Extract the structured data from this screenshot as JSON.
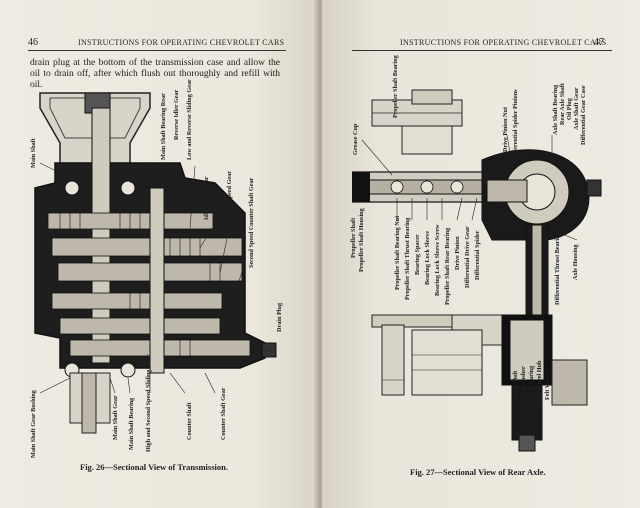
{
  "left_page": {
    "page_number": "46",
    "header": "INSTRUCTIONS FOR OPERATING CHEVROLET CARS",
    "paragraph": "drain plug at the bottom of the transmission case and allow the oil to drain off, after which flush out thoroughly and refill with oil.",
    "caption": "Fig. 26—Sectional View of Transmission.",
    "labels": {
      "main_shaft": "Main Shaft",
      "main_shaft_bearing_rear": "Main Shaft Bearing Rear",
      "reverse_idler_gear": "Reverse Idler Gear",
      "low_reverse_sliding_gear": "Low and Reverse Sliding Gear",
      "idler_shaft_gear": "Idler Shaft Gear",
      "low_speed_gear": "Low Speed Gear",
      "second_speed_counter_shaft_gear": "Second Speed Counter Shaft Gear",
      "drain_plug": "Drain Plug",
      "main_shaft_gear_bushing": "Main Shaft Gear Bushing",
      "main_shaft_gear": "Main Shaft Gear",
      "main_shaft_bearing": "Main Shaft Bearing",
      "high_second_speed_sliding_gear": "High and Second Speed Sliding Gear",
      "counter_shaft": "Counter Shaft",
      "counter_shaft_gear": "Counter Shaft Gear"
    }
  },
  "right_page": {
    "page_number": "47",
    "header": "INSTRUCTIONS FOR OPERATING CHEVROLET CARS",
    "caption": "Fig. 27—Sectional View of Rear Axle.",
    "labels": {
      "grease_cup": "Grease Cup",
      "propeller_shaft_bearing": "Propeller Shaft Bearing",
      "drive_pinion_nut": "Drive Pinion Nut",
      "differential_pinion": "Differential Spider Pinions",
      "propeller_shaft": "Propeller Shaft",
      "propeller_shaft_housing": "Propeller Shaft Housing",
      "propeller_shaft_bearing_nut": "Propeller Shaft Bearing Nut",
      "propeller_shaft_thrust_bearing": "Propeller Shaft Thrust Bearing",
      "bearing_spacer": "Bearing Spacer",
      "bearing_lock_sleeve": "Bearing Lock Sleeve",
      "bearing_lock_sleeve_screw": "Bearing Lock Sleeve Screw",
      "propeller_shaft_rear_bearing": "Propeller Shaft Rear Bearing",
      "drive_pinion": "Drive Pinion",
      "differential_drive_gear": "Differential Drive Gear",
      "differential_spider": "Differential Spider",
      "axle_shaft_bearing": "Axle Shaft Bearing",
      "rear_axle_shaft": "Rear Axle Shaft",
      "oil_plug": "Oil Plug",
      "axle_shaft_gear": "Axle Shaft Gear",
      "differential_gear_case": "Differential Gear Case",
      "differential_thrust_bearing": "Differential Thrust Bearing",
      "axle_housing": "Axle Housing",
      "hub_bolt": "Hub Bolt",
      "axle_washer": "Axle Washer",
      "hub_bearing": "Hub Bearing",
      "rear_wheel_hub": "Rear Wheel Hub",
      "felt_washer": "Felt Washer"
    }
  }
}
